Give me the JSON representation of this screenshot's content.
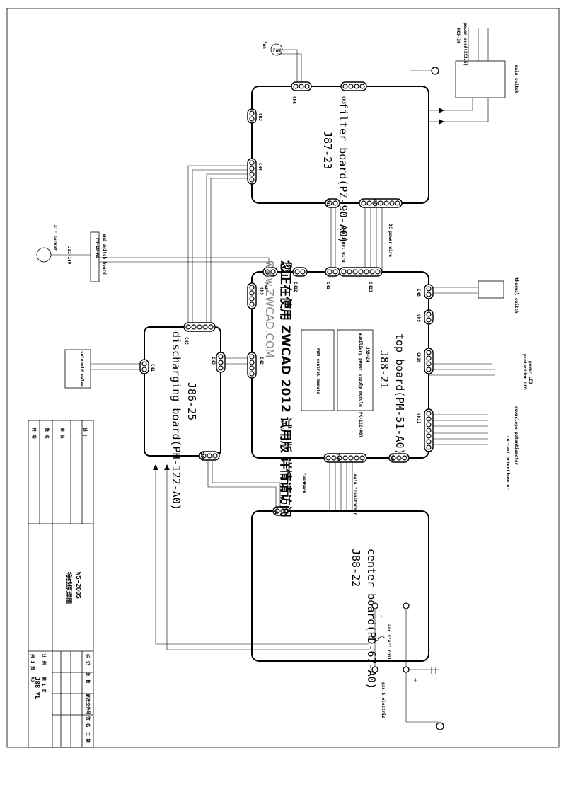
{
  "boards": {
    "top": {
      "name": "top board(PM-51-A0)",
      "code": "J88-21"
    },
    "filter": {
      "name": "filter board(PZ-90-A0)",
      "code": "J87-23"
    },
    "discharging": {
      "name": "discharging board(PH-122-A0)",
      "code": "J86-25"
    },
    "center": {
      "name": "center board(PD-67-A0)",
      "code": "J88-22"
    }
  },
  "modules": {
    "aux": {
      "line1": "auxiliary power supply module (PK-122-A0)",
      "line2": "J88-24"
    },
    "pwm": "PWM control module"
  },
  "connectors": {
    "cn1": "CN1",
    "cn2": "CN2",
    "cn3": "CN3",
    "cn4": "CN4",
    "cn5": "CN5",
    "cn6": "CN6",
    "cn7": "CN7",
    "cn8": "CN8",
    "cn9": "CN9",
    "cn10": "CN10",
    "cn11": "CN11",
    "cn12": "CN12",
    "cn13": "CN13"
  },
  "labels": {
    "fan": "fan",
    "fan_symbol": "FAN",
    "power_cord": "power cord(3X2.5)",
    "power_cord2": "MOD-30",
    "main_switch": "main switch",
    "thermal_switch": "thermal switch",
    "power_led": "power LED",
    "protection_led": "protection LED",
    "downslope": "downslope potentiometer",
    "current_pot": "current potentiometer",
    "air_socket": "air socket",
    "end_switch_1": "end switch board",
    "end_switch_2": "PM-10-A0",
    "socket_code": "J32-140",
    "solenoid": "solenoid valve",
    "input_wire": "24V input wire",
    "dc_power": "DC power wire",
    "feedback": "feedback",
    "main_transformer": "main transformer",
    "arc_start_coil": "arc start coil",
    "gas_electric": "gas & electric",
    "plus": "+",
    "minus": "-"
  },
  "watermark": {
    "line1": "您正在使用 ZWCAD 2012 试用版 详情请访问",
    "line2": "www.ZWCAD.COM"
  },
  "title_block": {
    "design": "设 计",
    "review": "审 核",
    "approve": "批 准",
    "date": "日 期",
    "model": "WS-200S",
    "drawing_title": "接线原理图",
    "drawing_no": "J88 YL",
    "scale": "比 例",
    "sheet": "第 1 页",
    "total": "共 1 页",
    "size": "A0",
    "hdr": "标 记",
    "hdr2": "处 数",
    "hdr3": "更改文件号",
    "hdr4": "签 名",
    "hdr5": "日 期"
  }
}
